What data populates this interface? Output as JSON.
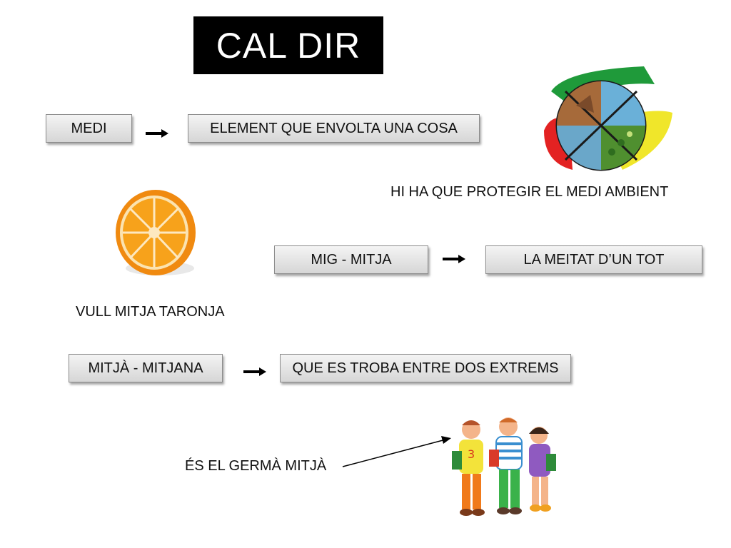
{
  "title": "CAL DIR",
  "rows": {
    "medi": {
      "term": "MEDI",
      "definition": "ELEMENT QUE ENVOLTA UNA COSA",
      "example": "HI HA QUE PROTEGIR EL MEDI AMBIENT"
    },
    "mig": {
      "term": "MIG - MITJA",
      "definition": "LA MEITAT D’UN TOT",
      "example": "VULL MITJA TARONJA"
    },
    "mitja": {
      "term": "MITJÀ - MITJANA",
      "definition": "QUE ES TROBA ENTRE DOS EXTREMS",
      "example": "ÉS EL GERMÀ MITJÀ"
    }
  },
  "images": {
    "environment": "environment-globe-icon",
    "orange": "half-orange-icon",
    "siblings": "three-children-icon"
  },
  "colors": {
    "title_bg": "#000000",
    "title_fg": "#ffffff",
    "box_top": "#f4f4f4",
    "box_bottom": "#d6d6d6"
  }
}
